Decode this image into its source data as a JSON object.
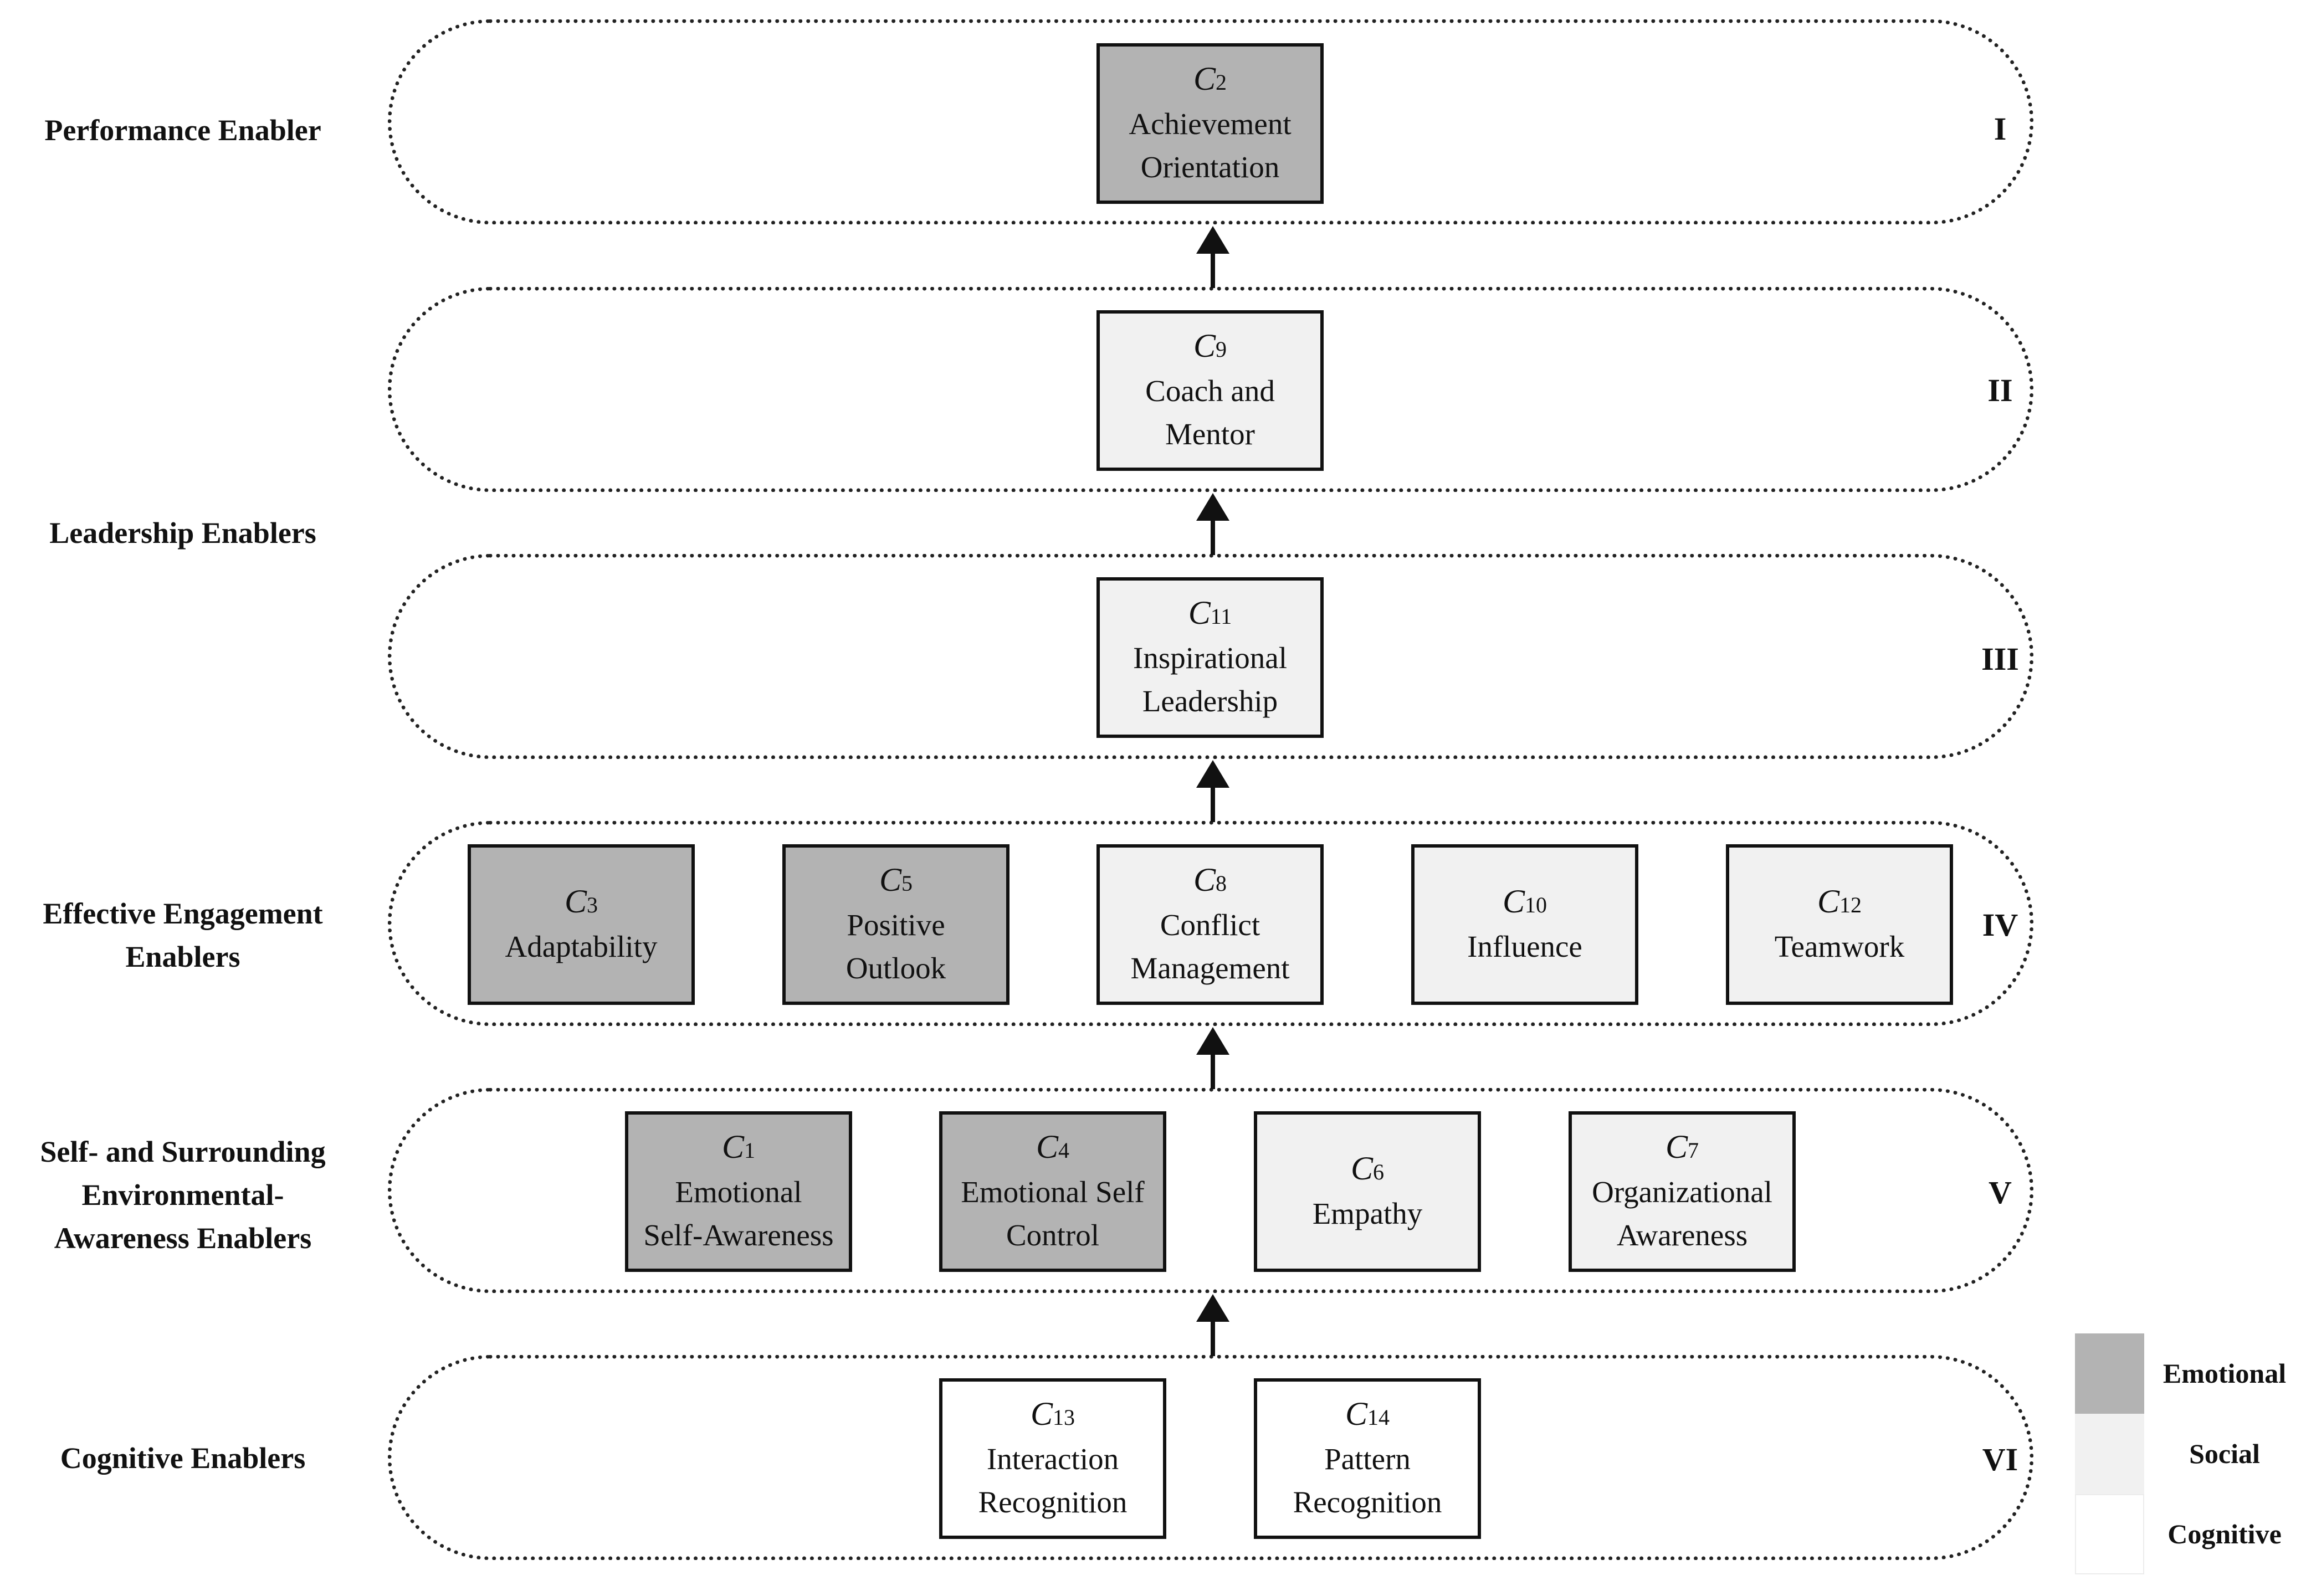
{
  "colors": {
    "emotional": "#b3b3b3",
    "social": "#f1f1f1",
    "cognitive": "#ffffff",
    "line": "#111111"
  },
  "levels": [
    {
      "label_lines": [
        "Performance Enabler"
      ],
      "numeral": "I"
    },
    {
      "label_lines": [
        "Leadership Enablers"
      ],
      "numeral": "II"
    },
    {
      "label_lines": [],
      "numeral": "III"
    },
    {
      "label_lines": [
        "Effective Engagement",
        "Enablers"
      ],
      "numeral": "IV"
    },
    {
      "label_lines": [
        "Self- and Surrounding",
        "Environmental-",
        "Awareness Enablers"
      ],
      "numeral": "V"
    },
    {
      "label_lines": [
        "Cognitive Enablers"
      ],
      "numeral": "VI"
    }
  ],
  "competencies": {
    "c2": {
      "letter": "C",
      "num": "2",
      "lines": [
        "Achievement",
        "Orientation"
      ],
      "type": "emotional"
    },
    "c9": {
      "letter": "C",
      "num": "9",
      "lines": [
        "Coach and",
        "Mentor"
      ],
      "type": "social"
    },
    "c11": {
      "letter": "C",
      "num": "11",
      "lines": [
        "Inspirational",
        "Leadership"
      ],
      "type": "social"
    },
    "c3": {
      "letter": "C",
      "num": "3",
      "lines": [
        "Adaptability"
      ],
      "type": "emotional"
    },
    "c5": {
      "letter": "C",
      "num": "5",
      "lines": [
        "Positive",
        "Outlook"
      ],
      "type": "emotional"
    },
    "c8": {
      "letter": "C",
      "num": "8",
      "lines": [
        "Conflict",
        "Management"
      ],
      "type": "social"
    },
    "c10": {
      "letter": "C",
      "num": "10",
      "lines": [
        "Influence"
      ],
      "type": "social"
    },
    "c12": {
      "letter": "C",
      "num": "12",
      "lines": [
        "Teamwork"
      ],
      "type": "social"
    },
    "c1": {
      "letter": "C",
      "num": "1",
      "lines": [
        "Emotional",
        "Self-Awareness"
      ],
      "type": "emotional"
    },
    "c4": {
      "letter": "C",
      "num": "4",
      "lines": [
        "Emotional Self",
        "Control"
      ],
      "type": "emotional"
    },
    "c6": {
      "letter": "C",
      "num": "6",
      "lines": [
        "Empathy"
      ],
      "type": "social"
    },
    "c7": {
      "letter": "C",
      "num": "7",
      "lines": [
        "Organizational",
        "Awareness"
      ],
      "type": "social"
    },
    "c13": {
      "letter": "C",
      "num": "13",
      "lines": [
        "Interaction",
        "Recognition"
      ],
      "type": "cognitive"
    },
    "c14": {
      "letter": "C",
      "num": "14",
      "lines": [
        "Pattern",
        "Recognition"
      ],
      "type": "cognitive"
    }
  },
  "legend": [
    {
      "label": "Emotional",
      "color": "#b3b3b3"
    },
    {
      "label": "Social",
      "color": "#f1f1f1"
    },
    {
      "label": "Cognitive",
      "color": "#ffffff"
    }
  ]
}
